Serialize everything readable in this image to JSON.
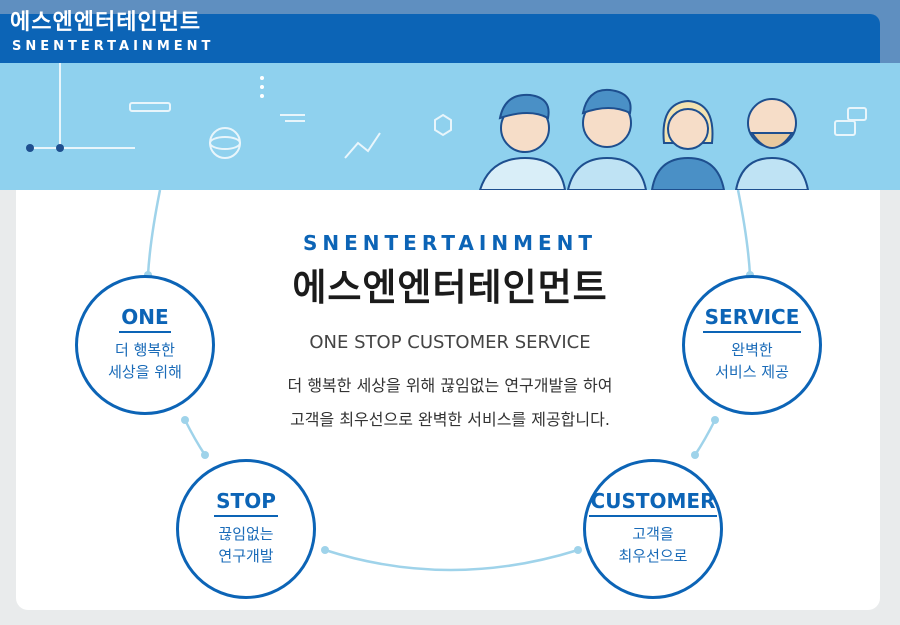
{
  "header": {
    "logo_ko": "에스엔엔터테인먼트",
    "logo_en": "SNENTERTAINMENT"
  },
  "main": {
    "brand_en": "SNENTERTAINMENT",
    "brand_ko": "에스엔엔터테인먼트",
    "tagline": "ONE STOP CUSTOMER SERVICE",
    "description": [
      "더 행복한 세상을 위해 끊임없는 연구개발을 하여",
      "고객을 최우선으로 완벽한 서비스를 제공합니다."
    ]
  },
  "circles": [
    {
      "title": "ONE",
      "lines": [
        "더 행복한",
        "세상을 위해"
      ]
    },
    {
      "title": "SERVICE",
      "lines": [
        "완벽한",
        "서비스 제공"
      ]
    },
    {
      "title": "STOP",
      "lines": [
        "끊임없는",
        "연구개발"
      ]
    },
    {
      "title": "CUSTOMER",
      "lines": [
        "고객을",
        "최우선으로"
      ]
    }
  ],
  "colors": {
    "brand_blue": "#0c64b6",
    "sky": "#8fd1ee",
    "line": "#9fd3ea"
  },
  "icons": [
    "pencil-icon",
    "atom-icon",
    "chart-icon",
    "gear-icon",
    "chat-icon",
    "person-illustration"
  ]
}
